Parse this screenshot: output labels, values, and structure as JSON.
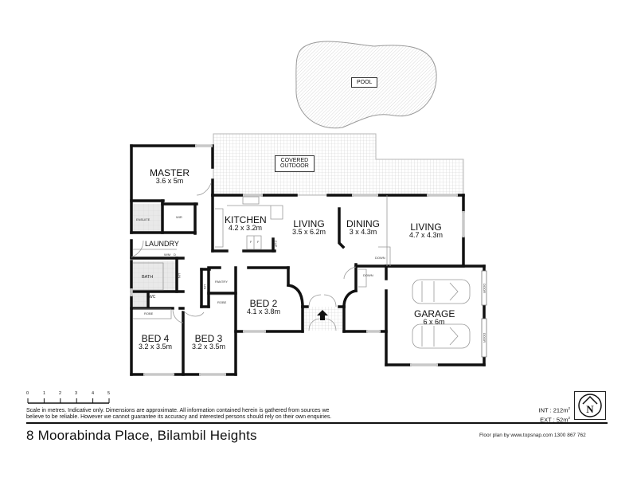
{
  "plan": {
    "address": "8 Moorabinda Place, Bilambil Heights",
    "rooms": {
      "pool": {
        "name": "POOL"
      },
      "covered_outdoor": {
        "line1": "COVERED",
        "line2": "OUTDOOR"
      },
      "master": {
        "name": "MASTER",
        "dim": "3.6 x 5m"
      },
      "kitchen": {
        "name": "KITCHEN",
        "dim": "4.2 x 3.2m"
      },
      "living_main": {
        "name": "LIVING",
        "dim": "3.5 x 6.2m"
      },
      "dining": {
        "name": "DINING",
        "dim": "3 x 4.3m"
      },
      "living_second": {
        "name": "LIVING",
        "dim": "4.7 x 4.3m"
      },
      "laundry": {
        "name": "LAUNDRY"
      },
      "bath": {
        "name": "BATH"
      },
      "wc": {
        "name": "WC"
      },
      "ensuite": {
        "name": "ENSUITE"
      },
      "wir": {
        "name": "WIR"
      },
      "pantry": {
        "name": "PANTRY"
      },
      "robe_bed3": {
        "name": "ROBE"
      },
      "robe_bed4": {
        "name": "ROBE"
      },
      "bed2": {
        "name": "BED 2",
        "dim": "4.1 x 3.8m"
      },
      "bed3": {
        "name": "BED 3",
        "dim": "3.2 x 3.5m"
      },
      "bed4": {
        "name": "BED 4",
        "dim": "3.2 x 3.5m"
      },
      "garage": {
        "name": "GARAGE",
        "dim": "6 x 6m"
      }
    },
    "fixtures": {
      "wm": "W/M",
      "dryer": "D",
      "fridge_a": "F",
      "fridge_b": "F",
      "linen_a": "LIN",
      "linen_b": "LIN",
      "cupboard": "CUP",
      "down_a": "DOWN",
      "down_b": "DOWN",
      "garage_door_a": "DOOR",
      "garage_door_b": "DOOR"
    }
  },
  "scale_bar": {
    "ticks": [
      "0",
      "1",
      "2",
      "3",
      "4",
      "5"
    ],
    "unit_note": "Scale in metres."
  },
  "disclaimer": {
    "line1": "Scale in metres. Indicative only. Dimensions  are approximate. All information contained herein is gathered from sources we",
    "line2": "believe to be  reliable. However we cannot guarantee its accuracy and interested persons should  rely on their own enquiries."
  },
  "areas": {
    "int_label": "INT",
    "int_value": "212",
    "ext_label": "EXT",
    "ext_value": "52",
    "unit": "m",
    "unit_sup": "2"
  },
  "credit": "Floor plan by www.topsnap.com 1300 867 762",
  "compass": {
    "letter": "N"
  },
  "colors": {
    "wall": "#111111",
    "window": "#c8c8c8",
    "hatch": "#bdbdbd",
    "wet_area": "#e6e6e6"
  }
}
